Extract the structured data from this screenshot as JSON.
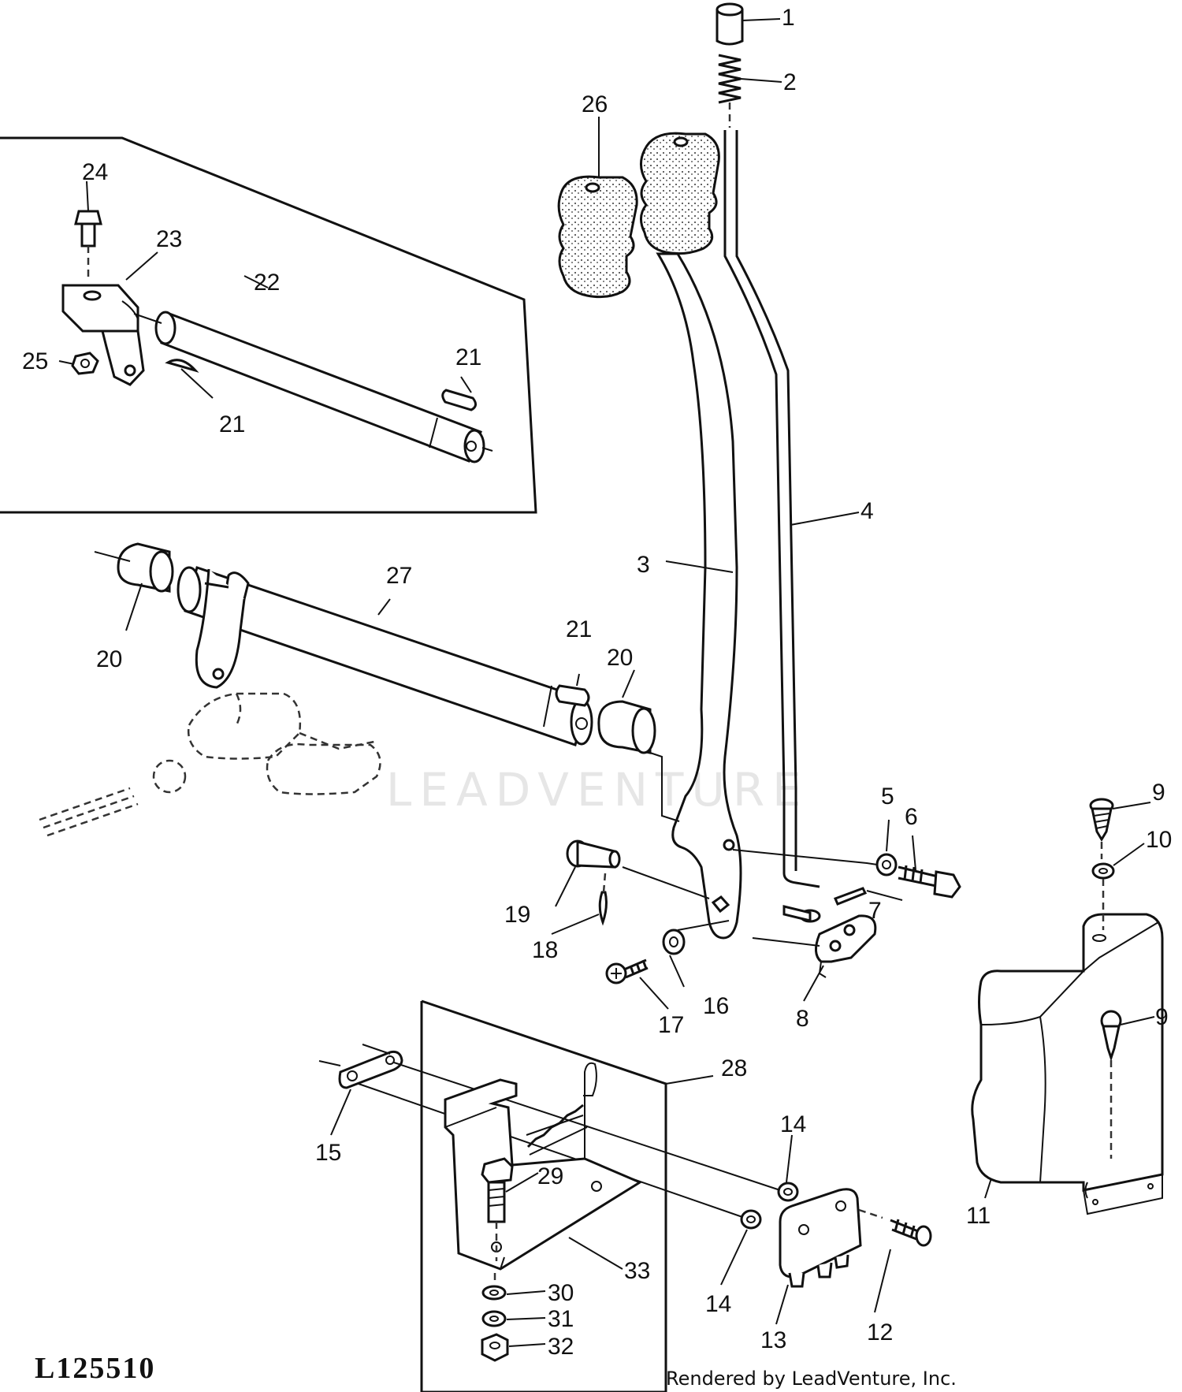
{
  "diagram": {
    "drawing_id": "L125510",
    "credit": "Rendered by LeadVenture, Inc.",
    "watermark": "LEADVENTURE",
    "callouts": [
      "1",
      "2",
      "3",
      "4",
      "5",
      "6",
      "7",
      "8",
      "9",
      "9",
      "10",
      "11",
      "12",
      "13",
      "14",
      "14",
      "15",
      "16",
      "17",
      "18",
      "19",
      "20",
      "20",
      "21",
      "21",
      "21",
      "22",
      "23",
      "24",
      "25",
      "26",
      "27",
      "28",
      "29",
      "30",
      "31",
      "32",
      "33"
    ]
  }
}
